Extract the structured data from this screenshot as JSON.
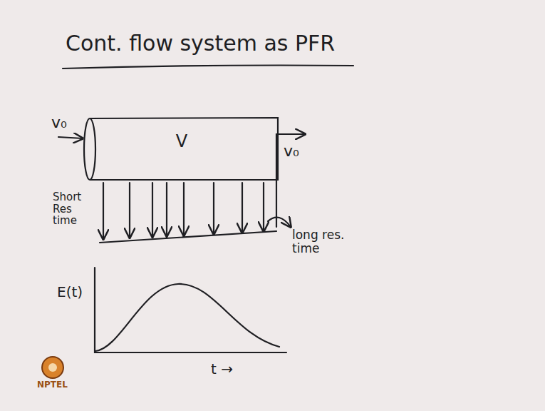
{
  "diagram": {
    "title": "Cont. flow system as PFR",
    "nodes": [
      {
        "text": [
          "V"
        ]
      }
    ],
    "labels": [
      "v₀",
      "v₀",
      "Short Res time",
      "long res. time",
      "E(t)",
      "t →",
      "NPTEL"
    ]
  }
}
